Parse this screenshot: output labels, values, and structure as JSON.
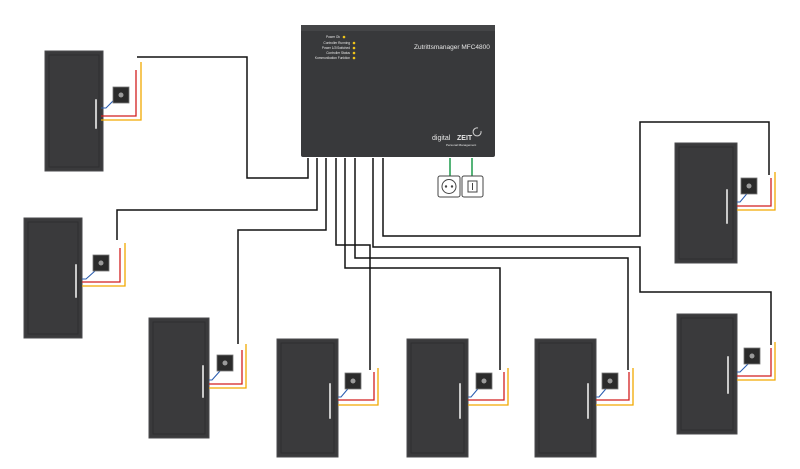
{
  "controller": {
    "title": "Zutrittsmanager MFC4800",
    "brand_prefix": "digital",
    "brand_name": "ZEIT",
    "brand_tagline": "Personal Management"
  },
  "status_leds": [
    {
      "label": "Power Ok"
    },
    {
      "label": "Controller Running"
    },
    {
      "label": "Power 1/2/Switched"
    },
    {
      "label": "Controller Status"
    },
    {
      "label": "Kommunikation Funktion"
    }
  ],
  "door_count": 8,
  "colors": {
    "door": "#3a3a3c",
    "controller": "#38393b",
    "wire_data": "#111111",
    "wire_power": "#d21f1f",
    "wire_lock": "#f2a900",
    "wire_signal": "#2a5db0",
    "wire_mains": "#1c9a4a"
  },
  "icons": {
    "power_outlet": "power-socket-icon",
    "switch": "light-switch-icon",
    "reader": "rfid-reader-icon"
  }
}
